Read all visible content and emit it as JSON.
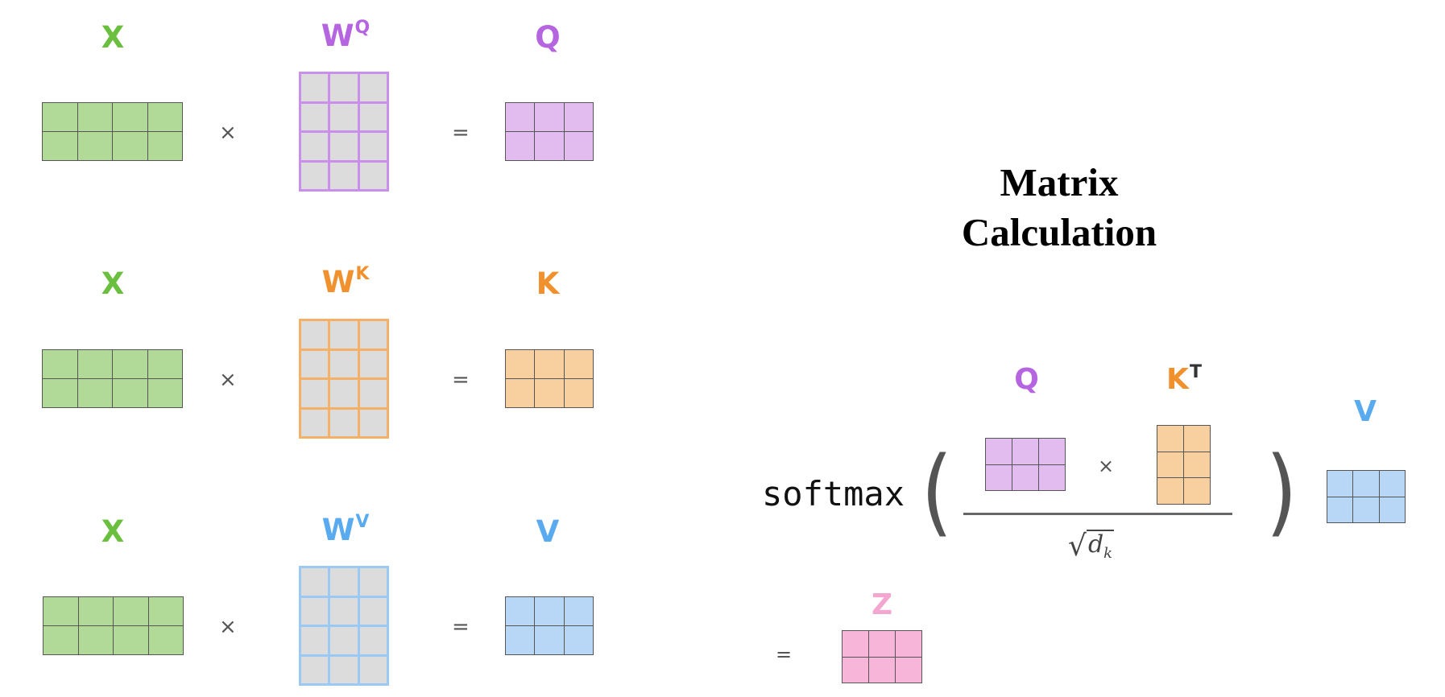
{
  "title": "Matrix Calculation",
  "operators": {
    "times": "×",
    "equals": "="
  },
  "colors": {
    "x": "#6bbf3f",
    "q": "#b565e0",
    "k": "#f0912e",
    "v": "#5aaaf0",
    "z": "#f3a6cf",
    "x_fill": "#b1d997",
    "q_fill": "#e2bcef",
    "k_fill": "#f8cf9e",
    "v_fill": "#b8d6f6",
    "z_fill": "#f7b5da",
    "weight_fill": "#dcdcdc"
  },
  "rows": [
    {
      "input_label": "X",
      "weight_label": "W",
      "weight_superscript": "Q",
      "output_label": "Q",
      "input_dims": [
        2,
        4
      ],
      "weight_dims": [
        4,
        3
      ],
      "output_dims": [
        2,
        3
      ],
      "accent": "q"
    },
    {
      "input_label": "X",
      "weight_label": "W",
      "weight_superscript": "K",
      "output_label": "K",
      "input_dims": [
        2,
        4
      ],
      "weight_dims": [
        4,
        3
      ],
      "output_dims": [
        2,
        3
      ],
      "accent": "k"
    },
    {
      "input_label": "X",
      "weight_label": "W",
      "weight_superscript": "V",
      "output_label": "V",
      "input_dims": [
        2,
        4
      ],
      "weight_dims": [
        4,
        3
      ],
      "output_dims": [
        2,
        3
      ],
      "accent": "v"
    }
  ],
  "formula": {
    "function": "softmax",
    "open_paren": "(",
    "close_paren": ")",
    "q_label": "Q",
    "k_label": "K",
    "k_superscript": "T",
    "v_label": "V",
    "z_label": "Z",
    "denominator_var": "d",
    "denominator_sub": "k",
    "q_dims": [
      2,
      3
    ],
    "kt_dims": [
      3,
      2
    ],
    "v_dims": [
      2,
      3
    ],
    "z_dims": [
      2,
      3
    ]
  }
}
